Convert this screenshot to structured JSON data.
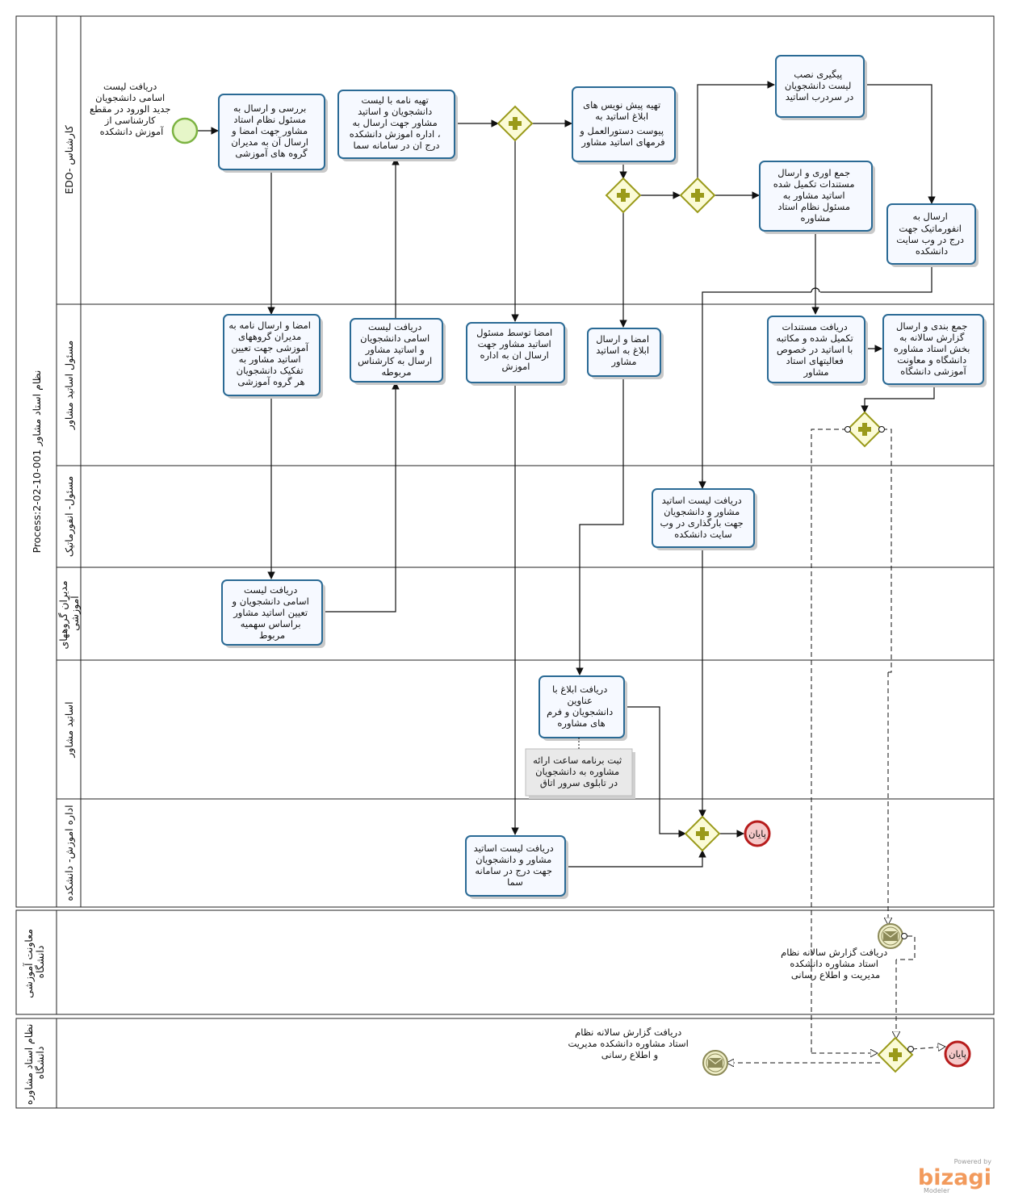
{
  "process_title": "Process:2-02-10-001 نظام استاد مشاور",
  "lanes": {
    "edo": "EDO- کارشناس",
    "supervisor": "مسئول اساتید مشاور",
    "informatics": "مسئول- انفورماتیک",
    "group_heads": [
      "مدیران گروههای",
      "آموزشی"
    ],
    "advisors": "اساتید مشاور",
    "education_office": "اداره اموزش- دانشکده"
  },
  "pools": {
    "vice": [
      "معاونت آموزشی",
      "دانشگاه"
    ],
    "univ": [
      "نظام استاد مشاوره",
      "دانشگاه"
    ]
  },
  "start_label": [
    "دریافت لیست",
    "اسامی دانشجویان",
    "جدید الورود در مقطع",
    "کارشناسی از",
    "آموزش دانشکده"
  ],
  "tasks": {
    "t1": [
      "بررسی و ارسال به",
      "مسئول نظام استاد",
      "مشاور جهت امضا و",
      "ارسال آن به مدیران",
      "گروه های آموزشی"
    ],
    "t2": [
      "تهیه نامه با لیست",
      "دانشجویان و اساتید",
      "مشاور جهت ارسال به",
      "اداره اموزش دانشکده ،",
      "درج ان در سامانه سما"
    ],
    "t3": [
      "تهیه پیش نویس های",
      "ابلاغ اساتید به",
      "پیوست دستورالعمل و",
      "فرمهای اساتید مشاور"
    ],
    "t4": [
      "پیگیری نصب",
      "لیست دانشجویان",
      "در سردرب اساتید"
    ],
    "t5": [
      "جمع اوری و ارسال",
      "مستندات تکمیل شده",
      "اساتید مشاور به",
      "مسئول نظام استاد",
      "مشاوره"
    ],
    "t6": [
      "ارسال به",
      "انفورماتیک جهت",
      "درج در وب سایت",
      "دانشکده"
    ],
    "t7": [
      "امضا و ارسال نامه به",
      "مدیران گروههای",
      "آموزشی جهت تعیین",
      "اساتید مشاور به",
      "تفکیک دانشجویان",
      "هر گروه آموزشی"
    ],
    "t8": [
      "دریافت لیست",
      "اسامی دانشجویان",
      "و اساتید مشاور",
      "ارسال به کارشناس",
      "مربوطه"
    ],
    "t9": [
      "امضا توسط مسئول",
      "اساتید مشاور جهت",
      "ارسال ان به اداره",
      "اموزش"
    ],
    "t10": [
      "امضا و ارسال",
      "ابلاغ به اساتید",
      "مشاور"
    ],
    "t11": [
      "دریافت مستندات",
      "تکمیل شده و مکاتبه",
      "با اساتید در خصوص",
      "فعالیتهای استاد",
      "مشاور"
    ],
    "t12": [
      "جمع بندی و ارسال",
      "گزارش سالانه به",
      "بخش استاد مشاوره",
      "دانشگاه و معاونت",
      "آموزشی دانشگاه"
    ],
    "t13": [
      "دریافت لیست اساتید",
      "مشاور و دانشجویان",
      "جهت بارگذاری در وب",
      "سایت دانشکده"
    ],
    "t14": [
      "دریافت لیست",
      "اسامی دانشجویان و",
      "تعیین اساتید مشاور",
      "براساس سهمیه",
      "مربوط"
    ],
    "t15": [
      "دریافت ابلاغ با",
      "عناوین",
      "دانشجویان و فرم",
      "های مشاوره"
    ],
    "t16": [
      "دریافت لیست اساتید",
      "مشاور و دانشجویان",
      "جهت درج در سامانه",
      "سما"
    ]
  },
  "note": [
    "ثبت برنامه ساعت ارائه",
    "مشاوره به دانشجویان",
    "در تابلوی سرور اتاق"
  ],
  "end_label": "پایان",
  "msg_label_vice": [
    "دریافت گزارش سالانه نظام",
    "استاد مشاوره دانشکده",
    "مدیریت و اطلاع رسانی"
  ],
  "msg_label_univ": [
    "دریافت گزارش سالانه نظام",
    "استاد مشاوره دانشکده مدیریت",
    "و اطلاع رسانی"
  ],
  "brand": {
    "powered": "Powered by",
    "name": "bizagi",
    "sub": "Modeler"
  }
}
